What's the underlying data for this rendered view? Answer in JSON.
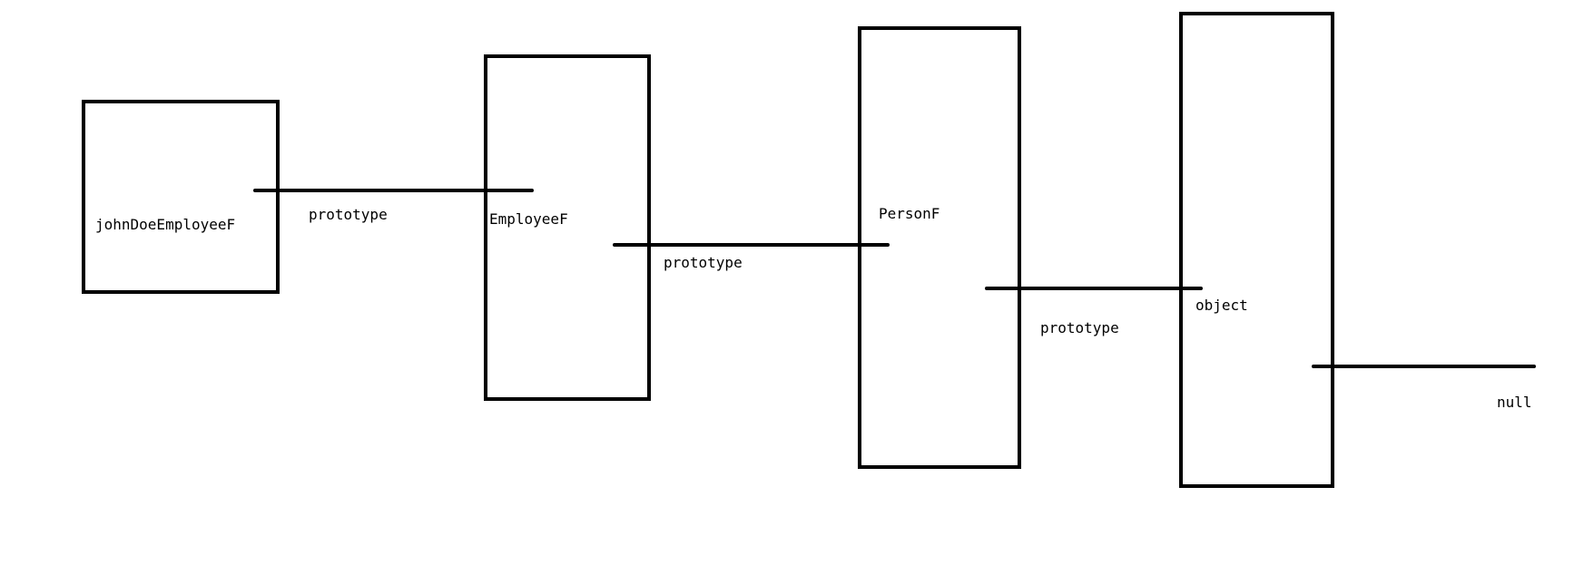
{
  "diagram": {
    "nodes": [
      {
        "id": "johnDoeEmployeeF",
        "label": "johnDoeEmployeeF"
      },
      {
        "id": "EmployeeF",
        "label": "EmployeeF"
      },
      {
        "id": "PersonF",
        "label": "PersonF"
      },
      {
        "id": "object",
        "label": "object"
      }
    ],
    "links": [
      {
        "from": "johnDoeEmployeeF",
        "to": "EmployeeF",
        "label": "prototype"
      },
      {
        "from": "EmployeeF",
        "to": "PersonF",
        "label": "prototype"
      },
      {
        "from": "PersonF",
        "to": "object",
        "label": "prototype"
      },
      {
        "from": "object",
        "to": "null",
        "label": ""
      }
    ],
    "terminal": {
      "label": "null"
    },
    "colors": {
      "stroke": "#000000",
      "background": "#ffffff"
    }
  }
}
